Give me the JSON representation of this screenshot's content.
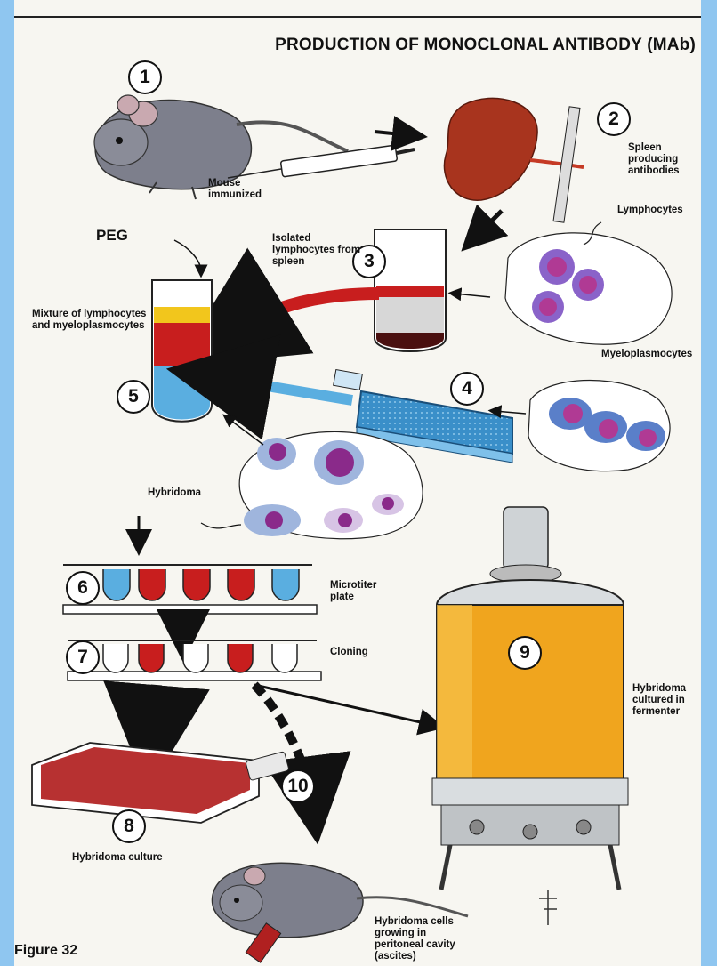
{
  "title": "PRODUCTION OF MONOCLONAL ANTIBODY (MAb)",
  "steps": [
    "1",
    "2",
    "3",
    "4",
    "5",
    "6",
    "7",
    "8",
    "9",
    "10"
  ],
  "labels": {
    "mouse_immunized": "Mouse immunized",
    "spleen": "Spleen producing antibodies",
    "lymphocytes": "Lymphocytes",
    "peg": "PEG",
    "isolated": "Isolated lymphocytes from spleen",
    "mixture": "Mixture of lymphocytes and myeloplasmocytes",
    "myeloplasmocytes": "Myeloplasmocytes",
    "hybridoma": "Hybridoma",
    "microtiter": "Microtiter plate",
    "cloning": "Cloning",
    "fermenter": "Hybridoma cultured in fermenter",
    "hybridoma_culture": "Hybridoma culture",
    "ascites": "Hybridoma cells growing in peritoneal cavity (ascites)"
  },
  "caption": "Figure 32",
  "colors": {
    "background": "#8fc6f0",
    "page": "#f7f6f1",
    "red": "#c81e1e",
    "blue": "#5aaee0",
    "yellow": "#f2c61c",
    "orange": "#f0a51e",
    "purple": "#7b3fa8",
    "mouse": "#7d7f8c"
  }
}
